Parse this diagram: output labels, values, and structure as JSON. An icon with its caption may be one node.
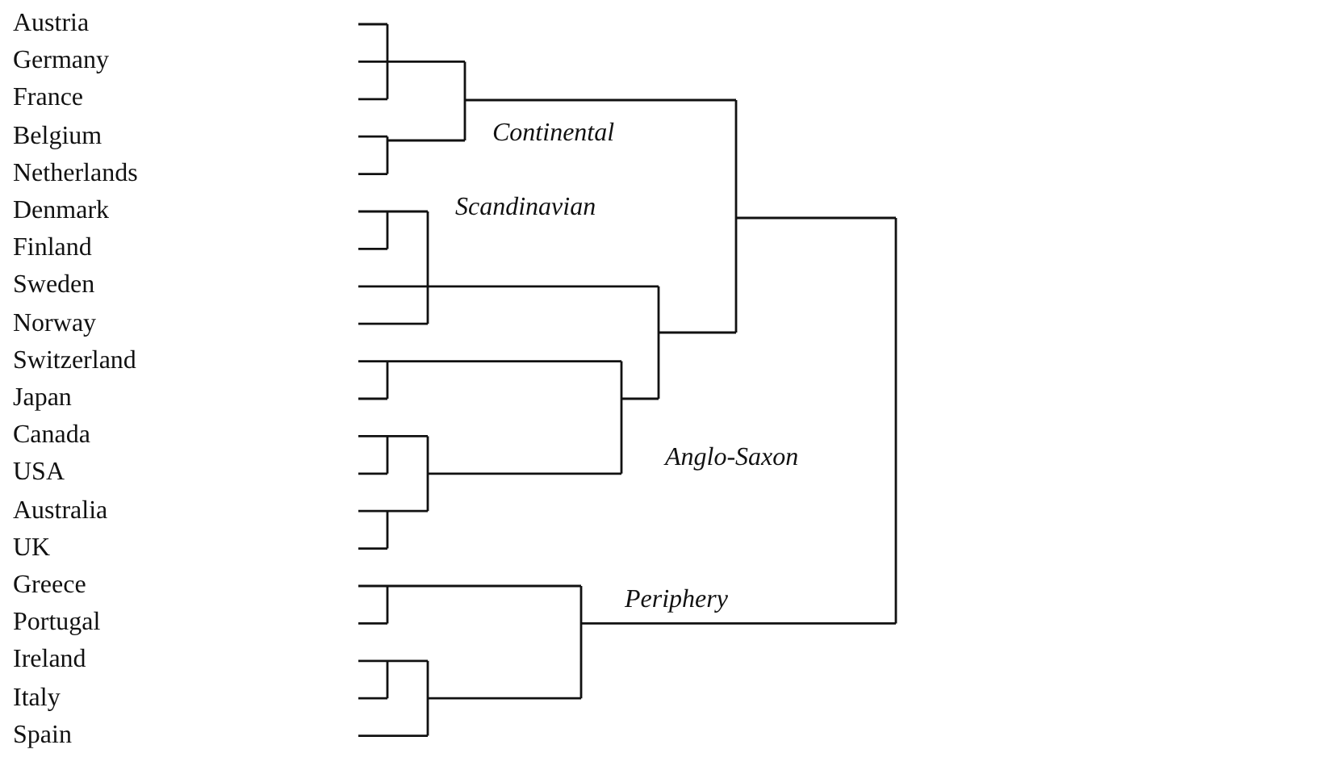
{
  "diagram": {
    "labels": [
      "Austria",
      "Germany",
      "France",
      "Belgium",
      "Netherlands",
      "Denmark",
      "Finland",
      "Sweden",
      "Norway",
      "Switzerland",
      "Japan",
      "Canada",
      "USA",
      "Australia",
      "UK",
      "Greece",
      "Portugal",
      "Ireland",
      "Italy",
      "Spain",
      "Continental",
      "Scandinavian",
      "Anglo-Saxon",
      "Periphery"
    ]
  }
}
